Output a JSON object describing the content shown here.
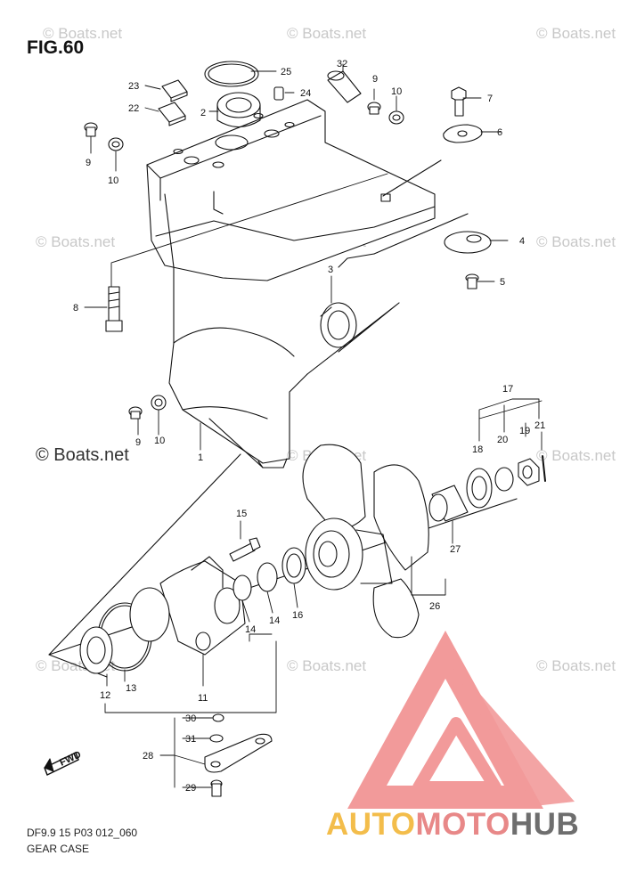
{
  "figure": {
    "title": "FIG.60"
  },
  "caption": {
    "line1": "DF9.9 15 P03 012_060",
    "line2": "GEAR CASE"
  },
  "watermark": {
    "small": "© Boats.net",
    "big": "© Boats.net"
  },
  "branding": {
    "part1": "AUTO",
    "part2": "MOTO",
    "part3": "HUB",
    "colors": {
      "auto": "#f3bd4b",
      "moto": "#e88888",
      "hub": "#6e6e6e",
      "triangle": "#f29a9a"
    }
  },
  "fwd_label": "FWD",
  "callouts": {
    "n1": "1",
    "n2": "2",
    "n3": "3",
    "n4": "4",
    "n5": "5",
    "n6": "6",
    "n7": "7",
    "n8": "8",
    "n9a": "9",
    "n9b": "9",
    "n9c": "9",
    "n10a": "10",
    "n10b": "10",
    "n10c": "10",
    "n11": "11",
    "n12": "12",
    "n13": "13",
    "n14a": "14",
    "n14b": "14",
    "n15": "15",
    "n16": "16",
    "n17": "17",
    "n18": "18",
    "n19": "19",
    "n20": "20",
    "n21": "21",
    "n22": "22",
    "n23": "23",
    "n24": "24",
    "n25": "25",
    "n26": "26",
    "n27": "27",
    "n28": "28",
    "n29": "29",
    "n30": "30",
    "n31": "31",
    "n32": "32"
  }
}
